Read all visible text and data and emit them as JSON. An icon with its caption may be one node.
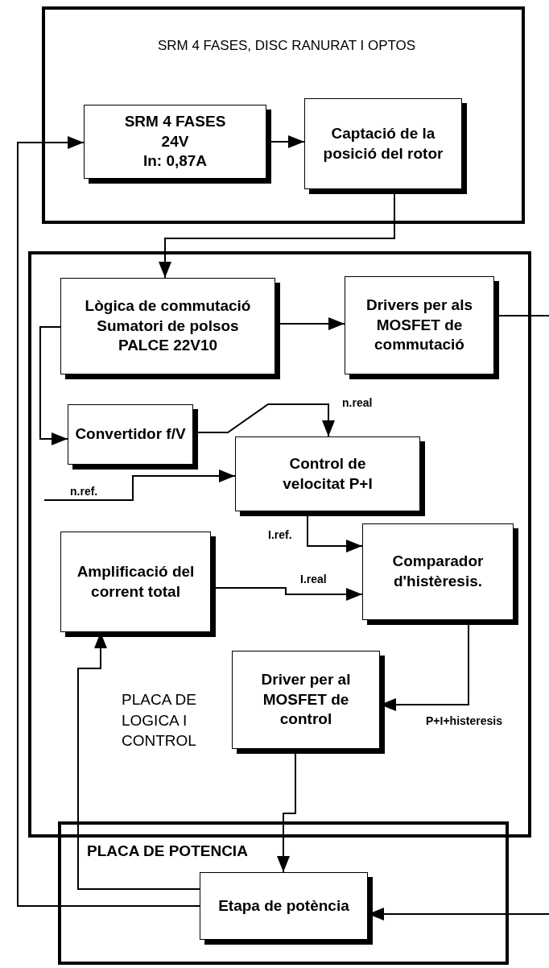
{
  "diagram": {
    "nodes": [
      {
        "text": [
          "SRM 4 FASES, DISC RANURAT I OPTOS"
        ]
      },
      {
        "text": [
          "SRM 4 FASES",
          "24V",
          "In: 0,87A"
        ],
        "in": 0
      },
      {
        "text": [
          "Captació de la posició del rotor"
        ],
        "in": 0
      },
      {
        "text": [
          "PLACA DE LOGICA I CONTROL"
        ]
      },
      {
        "text": [
          "Lògica de commutació",
          "Sumatori de polsos",
          "PALCE 22V10"
        ],
        "in": 3
      },
      {
        "text": [
          "Drivers per als MOSFET de commutació"
        ],
        "in": 3
      },
      {
        "text": [
          "Convertidor f/V"
        ],
        "in": 3
      },
      {
        "text": [
          "Control de velocitat P+I"
        ],
        "in": 3
      },
      {
        "text": [
          "Amplificació del corrent total"
        ],
        "in": 3
      },
      {
        "text": [
          "Comparador d'histèresis."
        ],
        "in": 3
      },
      {
        "text": [
          "Driver per al MOSFET de control"
        ],
        "in": 3
      },
      {
        "text": [
          "PLACA DE POTENCIA"
        ]
      },
      {
        "text": [
          "Etapa de potència"
        ],
        "in": 11
      }
    ],
    "edges": [
      {
        "from": 12,
        "to": 1,
        "arrow": "to"
      },
      {
        "from": 1,
        "to": 2,
        "arrow": "to"
      },
      {
        "from": 2,
        "to": 4,
        "arrow": "to"
      },
      {
        "from": 4,
        "to": 5,
        "arrow": "to"
      },
      {
        "from": 5,
        "to": null,
        "arrow": "none"
      },
      {
        "from": 4,
        "to": 6,
        "arrow": "to"
      },
      {
        "from": 6,
        "to": 7,
        "arrow": "to",
        "label": "n.real"
      },
      {
        "from": null,
        "to": 7,
        "arrow": "to",
        "label": "n.ref."
      },
      {
        "from": 7,
        "to": 9,
        "arrow": "to",
        "label": "I.ref."
      },
      {
        "from": 8,
        "to": 9,
        "arrow": "to",
        "label": "I.real"
      },
      {
        "from": 9,
        "to": 10,
        "arrow": "to",
        "label": "P+I+histeresis"
      },
      {
        "from": 10,
        "to": 12,
        "arrow": "to"
      },
      {
        "from": 12,
        "to": 8,
        "arrow": "to"
      },
      {
        "from": null,
        "to": 12,
        "arrow": "to"
      }
    ]
  }
}
